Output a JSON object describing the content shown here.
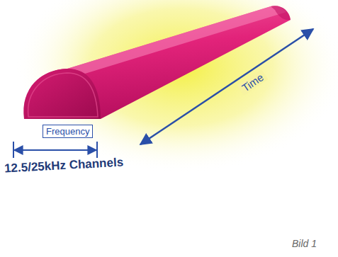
{
  "diagram": {
    "labels": [
      "Frequency",
      "Time",
      "12.5/25kHz Channels",
      "Bild 1"
    ]
  }
}
